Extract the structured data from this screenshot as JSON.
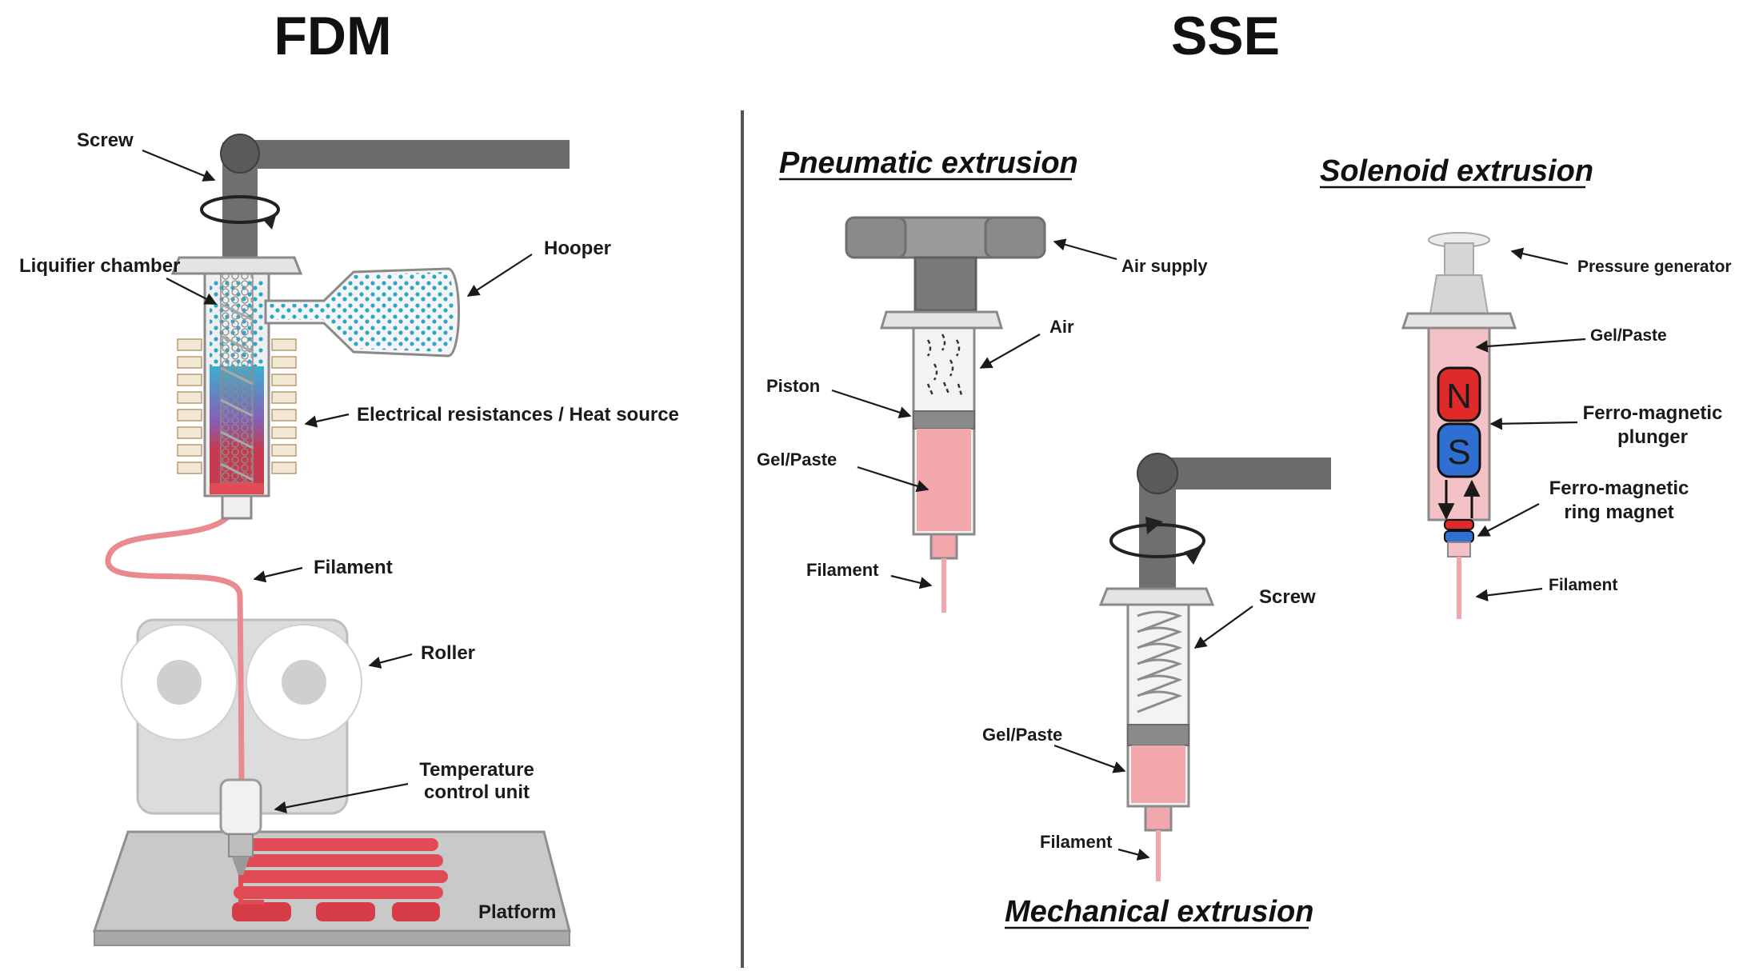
{
  "titles": {
    "fdm": "FDM",
    "sse": "SSE"
  },
  "fdm_labels": {
    "screw": "Screw",
    "liquifier": "Liquifier chamber",
    "hooper": "Hooper",
    "resistances": "Electrical resistances / Heat source",
    "filament": "Filament",
    "roller": "Roller",
    "temp_line1": "Temperature",
    "temp_line2": "control unit",
    "platform": "Platform"
  },
  "pneumatic": {
    "title": "Pneumatic extrusion",
    "air_supply": "Air supply",
    "air": "Air",
    "piston": "Piston",
    "gel": "Gel/Paste",
    "filament": "Filament"
  },
  "mechanical": {
    "title": "Mechanical extrusion",
    "screw": "Screw",
    "gel": "Gel/Paste",
    "filament": "Filament"
  },
  "solenoid": {
    "title": "Solenoid extrusion",
    "pressure": "Pressure generator",
    "gel": "Gel/Paste",
    "plunger_line1": "Ferro-magnetic",
    "plunger_line2": "plunger",
    "ring_line1": "Ferro-magnetic",
    "ring_line2": "ring magnet",
    "filament": "Filament",
    "n": "N",
    "s": "S"
  },
  "colors": {
    "metal_dark": "#6b6b6b",
    "metal": "#8a8a8a",
    "glass": "#eeeeee",
    "paste": "#f2a7ad",
    "filament": "#e98a8e",
    "red_print": "#e04b55",
    "pellet": "#2aa7c9",
    "north": "#e02a2a",
    "south": "#2f6fd1"
  }
}
